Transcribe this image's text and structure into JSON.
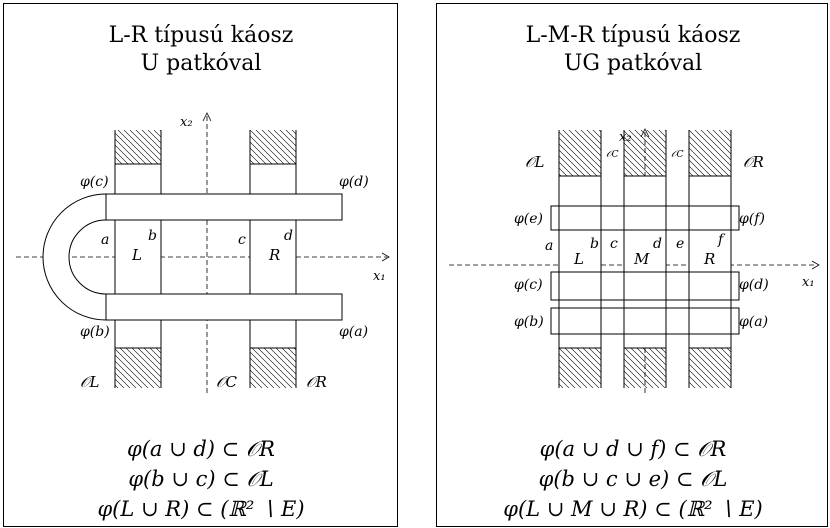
{
  "left": {
    "title_line1": "L-R típusú káosz",
    "title_line2": "U patkóval",
    "axis_x": "x₁",
    "axis_y": "x₂",
    "strip_labels": [
      "L",
      "R"
    ],
    "edge_labels": [
      "a",
      "b",
      "c",
      "d"
    ],
    "phi_labels": [
      "φ(c)",
      "φ(d)",
      "φ(b)",
      "φ(a)"
    ],
    "region_labels": [
      "𝒪L",
      "𝒪C",
      "𝒪R"
    ],
    "formulas": [
      "φ(a ∪ d) ⊂ 𝒪R",
      "φ(b ∪ c) ⊂ 𝒪L",
      "φ(L ∪ R) ⊂ (ℝ² ∖ E)"
    ]
  },
  "right": {
    "title_line1": "L-M-R típusú káosz",
    "title_line2": "UG patkóval",
    "axis_x": "x₁",
    "axis_y": "x₂",
    "strip_labels": [
      "L",
      "M",
      "R"
    ],
    "edge_labels": [
      "a",
      "b",
      "c",
      "d",
      "e",
      "f"
    ],
    "phi_labels": [
      "φ(e)",
      "φ(f)",
      "φ(c)",
      "φ(d)",
      "φ(b)",
      "φ(a)"
    ],
    "region_labels": [
      "𝒪L",
      "𝒪R",
      "𝒪C",
      "𝒪C"
    ],
    "formulas": [
      "φ(a ∪ d ∪ f) ⊂ 𝒪R",
      "φ(b ∪ c ∪ e) ⊂ 𝒪L",
      "φ(L ∪ M ∪ R) ⊂ (ℝ² ∖ E)"
    ]
  }
}
